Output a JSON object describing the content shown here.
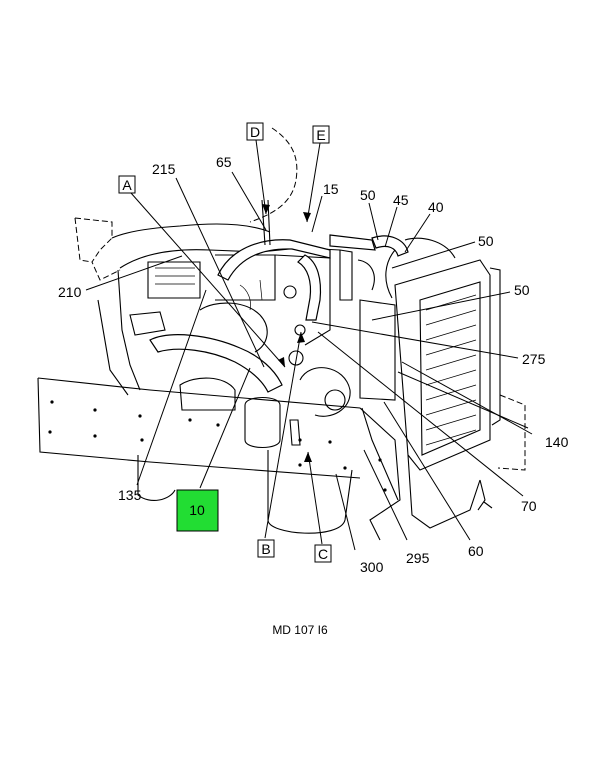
{
  "diagram": {
    "caption": "MD 107 I6",
    "highlighted_callout": "10",
    "highlight_color": "#22dd33",
    "callouts": [
      "215",
      "65",
      "15",
      "50",
      "45",
      "40",
      "50",
      "210",
      "50",
      "275",
      "140",
      "135",
      "10",
      "70",
      "60",
      "300",
      "295"
    ],
    "letter_callouts": [
      "A",
      "D",
      "E",
      "B",
      "C"
    ]
  }
}
